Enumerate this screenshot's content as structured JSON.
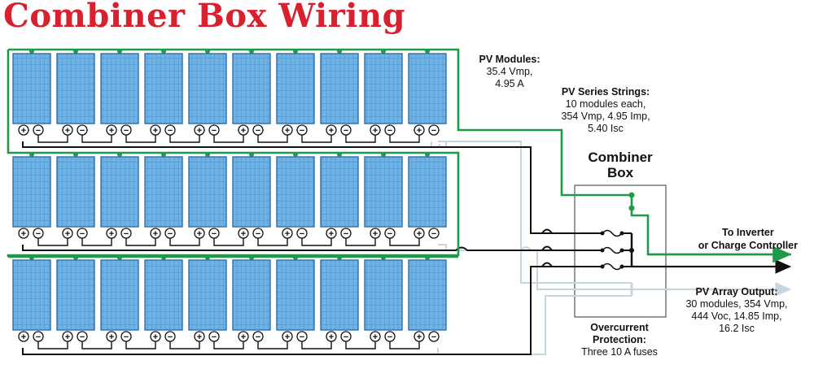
{
  "title": "Combiner Box Wiring",
  "modules_label": {
    "heading": "PV Modules:",
    "lines": [
      "35.4 Vmp,",
      "4.95 A"
    ]
  },
  "strings_label": {
    "heading": "PV Series Strings:",
    "lines": [
      "10 modules each,",
      "354 Vmp, 4.95 Imp,",
      "5.40 Isc"
    ]
  },
  "combiner_label": {
    "line1": "Combiner",
    "line2": "Box"
  },
  "inverter_label": {
    "line1": "To Inverter",
    "line2": "or Charge Controller"
  },
  "output_label": {
    "heading": "PV Array Output:",
    "lines": [
      "30 modules, 354 Vmp,",
      "444 Voc, 14.85 Imp,",
      "16.2 Isc"
    ]
  },
  "protection_label": {
    "heading1": "Overcurrent",
    "heading2": "Protection:",
    "line": "Three 10 A fuses"
  },
  "terminal_plus": "+",
  "terminal_minus": "−",
  "array": {
    "strings": 3,
    "modules_per_string": 10
  },
  "colors": {
    "title": "#d8202f",
    "positive_wire": "#1f9a4a",
    "negative_wire": "#111111",
    "ground_wire": "#c5d6de",
    "panel_cell": "#5aa0d6",
    "panel_frame": "#2f6fa8"
  }
}
